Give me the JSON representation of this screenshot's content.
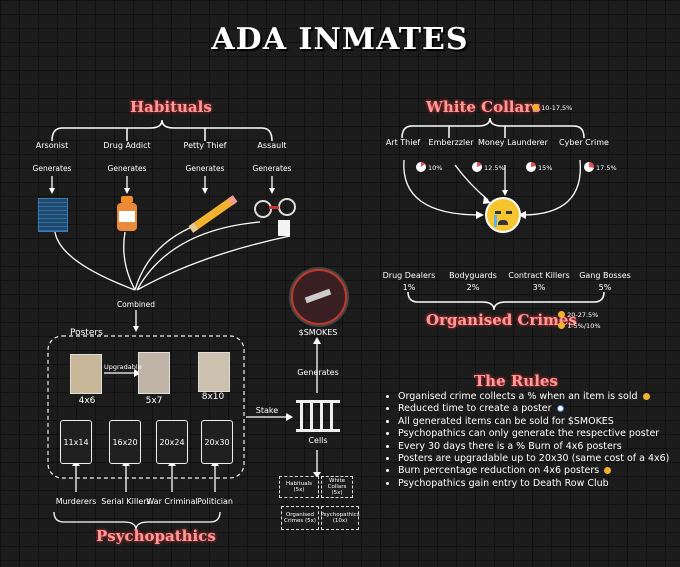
{
  "title": "ADA INMATES",
  "habituals": {
    "heading": "Habituals",
    "items": [
      {
        "name": "Arsonist",
        "generates": "Generates",
        "icon": "spellbook-icon"
      },
      {
        "name": "Drug Addict",
        "generates": "Generates",
        "icon": "pill-bottle-icon"
      },
      {
        "name": "Petty Thief",
        "generates": "Generates",
        "icon": "pencil-icon"
      },
      {
        "name": "Assault",
        "generates": "Generates",
        "icon": "handcuffs-icon"
      }
    ],
    "combined": "Combined"
  },
  "white_collars": {
    "heading": "White Collars",
    "range": "10-17,5%",
    "items": [
      {
        "name": "Art Thief",
        "pct": "10%"
      },
      {
        "name": "Emberzzler",
        "pct": "12.5%"
      },
      {
        "name": "Money Launderer",
        "pct": "15%"
      },
      {
        "name": "Cyber Crime",
        "pct": "17.5%"
      }
    ]
  },
  "organised_crimes": {
    "heading": "Organised Crimes",
    "range_coin": "20-27.5%",
    "range_burn": "1-5%/10%",
    "items": [
      {
        "name": "Drug Dealers",
        "pct": "1%"
      },
      {
        "name": "Bodyguards",
        "pct": "2%"
      },
      {
        "name": "Contract Killers",
        "pct": "3%"
      },
      {
        "name": "Gang Bosses",
        "pct": "5%"
      }
    ]
  },
  "posters": {
    "label": "Posters",
    "upgradable": "Upgradable",
    "sizes": [
      "4x6",
      "5x7",
      "8x10"
    ],
    "cards": [
      "11x14",
      "16x20",
      "20x24",
      "20x30"
    ]
  },
  "psychopathics": {
    "heading": "Psychopathics",
    "items": [
      "Murderers",
      "Serial Killers",
      "War Criminal",
      "Politician"
    ]
  },
  "smokes": {
    "label": "$SMOKES",
    "generates": "Generates",
    "stake": "Stake",
    "cells": "Cells"
  },
  "cell_boxes": [
    "Habituals (5x)",
    "White Collars (5x)",
    "Organised Crimes (5x)",
    "Psychopathics (10x)"
  ],
  "rules": {
    "heading": "The Rules",
    "items": [
      "Organised  crime collects a % when an item is sold",
      "Reduced time to create a poster",
      "All generated items can be sold for $SMOKES",
      "Psychopathics can only generate the respective poster",
      "Every 30 days there is a % Burn of 4x6 posters",
      "Posters are upgradable up to 20x30 (same cost of a 4x6)",
      "Burn percentage reduction on 4x6 posters",
      "Psychopathics gain entry to Death Row Club"
    ]
  },
  "colors": {
    "accent": "#ff9a9a",
    "coin": "#f2b230",
    "background": "#1c1c1c"
  }
}
